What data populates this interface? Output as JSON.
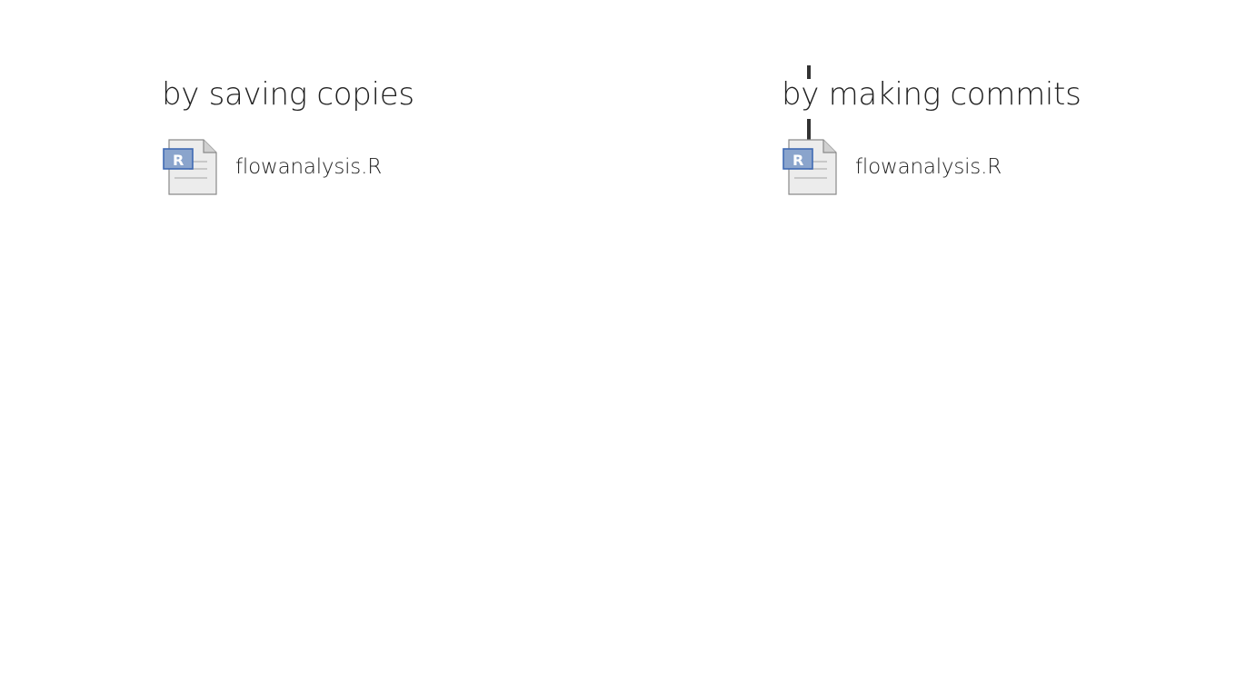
{
  "colors": {
    "background": "#ffffff",
    "text": "#222222",
    "commit_line": "#333333",
    "r_badge": "#8aa4cc",
    "r_badge_border": "#3f6ab3"
  },
  "left_column": {
    "heading": "by saving copies",
    "file": {
      "icon": "r-file-icon",
      "badge_letter": "R",
      "name": "flowanalysis.R"
    }
  },
  "right_column": {
    "heading": "by making commits",
    "file": {
      "icon": "r-file-icon",
      "badge_letter": "R",
      "name": "flowanalysis.R"
    }
  }
}
